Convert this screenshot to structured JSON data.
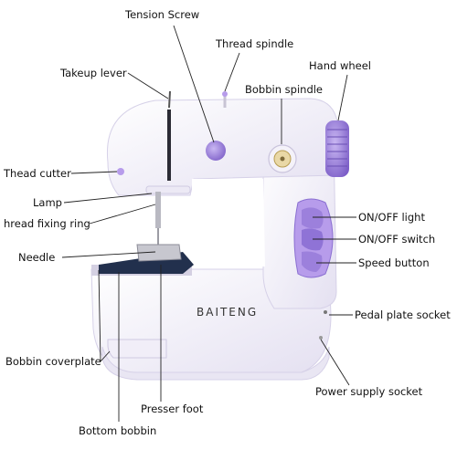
{
  "labels": {
    "tension_screw": "Tension Screw",
    "thread_spindle": "Thread spindle",
    "takeup_lever": "Takeup lever",
    "hand_wheel": "Hand wheel",
    "bobbin_spindle": "Bobbin spindle",
    "thread_cutter": "Thead cutter",
    "lamp": "Lamp",
    "thread_fixing_ring": "hread fixing ring",
    "onoff_light": "ON/OFF light",
    "onoff_switch": "ON/OFF switch",
    "needle": "Needle",
    "speed_button": "Speed button",
    "pedal_plate_socket": "Pedal plate socket",
    "bobbin_coverplate": "Bobbin coverplate",
    "power_supply_socket": "Power supply socket",
    "presser_foot": "Presser foot",
    "bottom_bobbin": "Bottom bobbin"
  },
  "brand": "BAITENG",
  "colors": {
    "body": "#f6f4fb",
    "body_shade": "#e2def0",
    "accent": "#a98ee0",
    "accent_dark": "#7d5fc8",
    "plate": "#23314f",
    "leader": "#222222"
  }
}
